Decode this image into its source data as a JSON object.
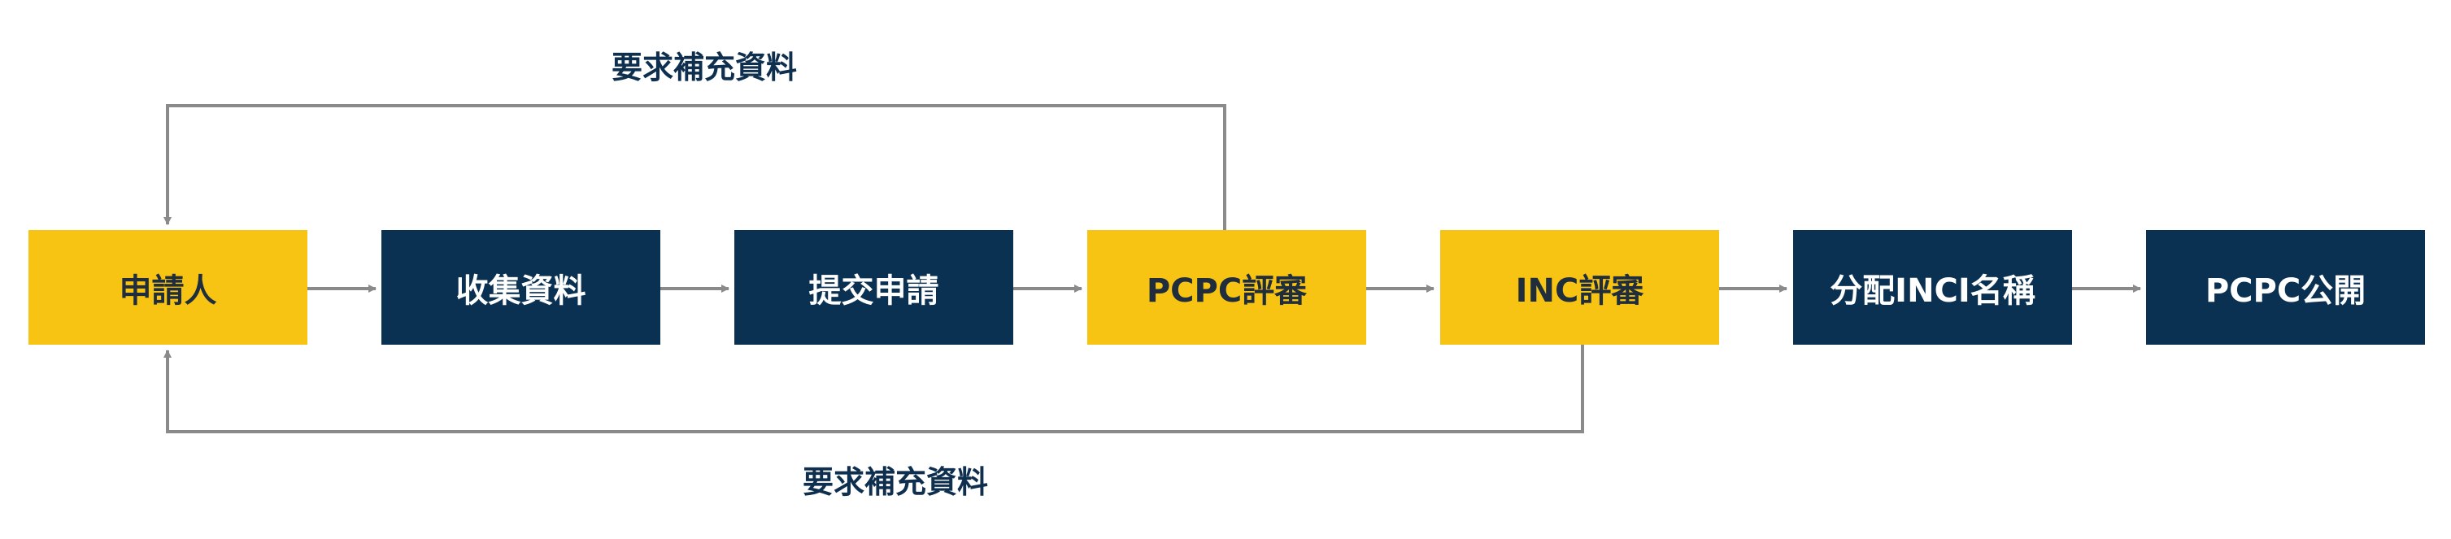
{
  "colors": {
    "yellow": "#f7c414",
    "navy": "#0a3052",
    "connector": "#8a8a8a",
    "label_text": "#0f2f4f"
  },
  "steps": [
    {
      "id": "applicant",
      "label": "申請人",
      "color": "yellow"
    },
    {
      "id": "collect",
      "label": "收集資料",
      "color": "navy"
    },
    {
      "id": "submit",
      "label": "提交申請",
      "color": "navy"
    },
    {
      "id": "pcpc-review",
      "label": "PCPC評審",
      "color": "yellow"
    },
    {
      "id": "inc-review",
      "label": "INC評審",
      "color": "yellow"
    },
    {
      "id": "assign",
      "label": "分配INCI名稱",
      "color": "navy"
    },
    {
      "id": "publish",
      "label": "PCPC公開",
      "color": "navy"
    }
  ],
  "loops": {
    "top_label": "要求補充資料",
    "bottom_label": "要求補充資料"
  }
}
